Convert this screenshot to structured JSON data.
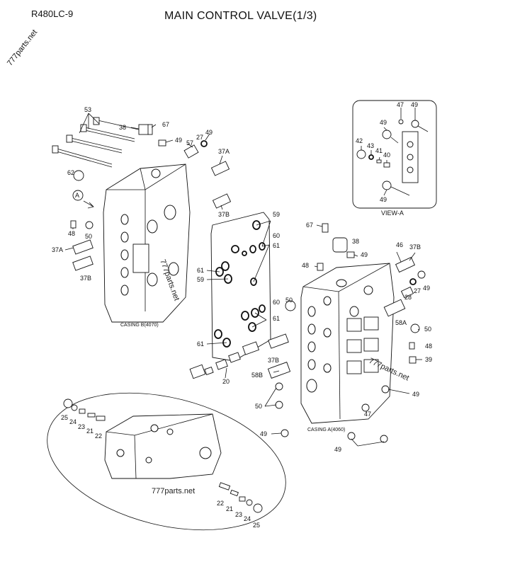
{
  "header": {
    "model": "R480LC-9",
    "title": "MAIN CONTROL VALVE(1/3)"
  },
  "watermarks": {
    "corner": "777parts.net",
    "casing_b_overlay": "777parts.net",
    "casing_a_overlay": "777parts.net",
    "bottom": "777parts.net"
  },
  "captions": {
    "casing_b": "CASING B(4070)",
    "casing_a": "CASING A(4060)",
    "view_a": "VIEW-A"
  },
  "callouts": {
    "c53": "53",
    "c38a": "38",
    "c67a": "67",
    "c49a": "49",
    "c57": "57",
    "c27a": "27",
    "c49b": "49",
    "c37a_a": "37A",
    "c62": "62",
    "c48a": "48",
    "c50a": "50",
    "c37a_b": "37A",
    "c37b_a": "37B",
    "c37b_b": "37B",
    "c59a": "59",
    "c60a": "60",
    "c61a": "61",
    "c61b": "61",
    "c59b": "59",
    "c60b": "60",
    "c61c": "61",
    "c61d": "61",
    "c20": "20",
    "c67b": "67",
    "c38b": "38",
    "c49c": "49",
    "c48b": "48",
    "c46": "46",
    "c37b_c": "37B",
    "c49d": "49",
    "c27b": "27",
    "c28": "28",
    "c50b": "50",
    "c58a": "58A",
    "c50c": "50",
    "c48c": "48",
    "c39": "39",
    "c37b_d": "37B",
    "c58b": "58B",
    "c49e": "49",
    "c50d": "50",
    "c47a": "47",
    "c49f": "49",
    "c49g": "49",
    "c47b": "47",
    "c49h": "49",
    "c49i": "49",
    "c42": "42",
    "c43": "43",
    "c41": "41",
    "c40": "40",
    "c49j": "49",
    "c25a": "25",
    "c24a": "24",
    "c23a": "23",
    "c21a": "21",
    "c22a": "22",
    "c22b": "22",
    "c21b": "21",
    "c23b": "23",
    "c24b": "24",
    "c25b": "25",
    "arrowA": "A"
  }
}
